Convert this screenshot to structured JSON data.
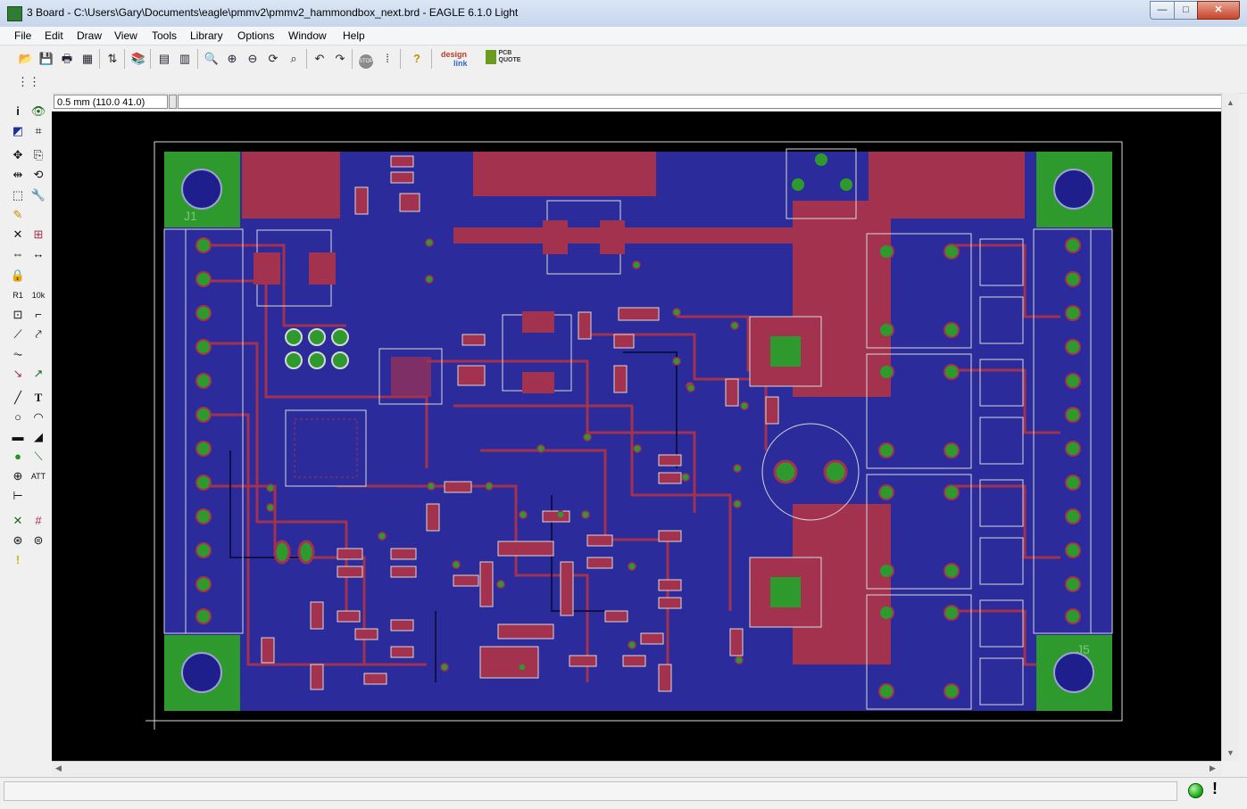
{
  "window": {
    "title": "3 Board - C:\\Users\\Gary\\Documents\\eagle\\pmmv2\\pmmv2_hammondbox_next.brd - EAGLE 6.1.0 Light",
    "minimize": "—",
    "maximize": "□",
    "close": "✕"
  },
  "menu": [
    "File",
    "Edit",
    "Draw",
    "View",
    "Tools",
    "Library",
    "Options",
    "Window",
    "Help"
  ],
  "toolbar": {
    "icons": [
      "open-icon",
      "save-icon",
      "print-icon",
      "cam-icon",
      "board-switch-icon",
      "library-icon",
      "script-icon",
      "run-icon",
      "zoom-fit-icon",
      "zoom-in-icon",
      "zoom-out-icon",
      "zoom-redraw-icon",
      "zoom-select-icon",
      "undo-icon",
      "redo-icon",
      "stop-icon",
      "go-icon",
      "help-icon"
    ],
    "brand1_a": "design",
    "brand1_b": "link",
    "brand2_a": "PCB",
    "brand2_b": "QUOTE"
  },
  "param": {
    "coordinates": "0.5 mm (110.0 41.0)",
    "command": ""
  },
  "board": {
    "labels": [
      "J1",
      "J5"
    ],
    "colors": {
      "background": "#000000",
      "bottom_copper": "#2b2b9c",
      "top_copper": "#a3324f",
      "pads": "#2e9a2e",
      "outline": "#d8d8d8",
      "mounting_hole": "#1e1e8c"
    }
  },
  "status": {
    "text": "",
    "go_color": "#1fb21f",
    "stop": "!"
  }
}
